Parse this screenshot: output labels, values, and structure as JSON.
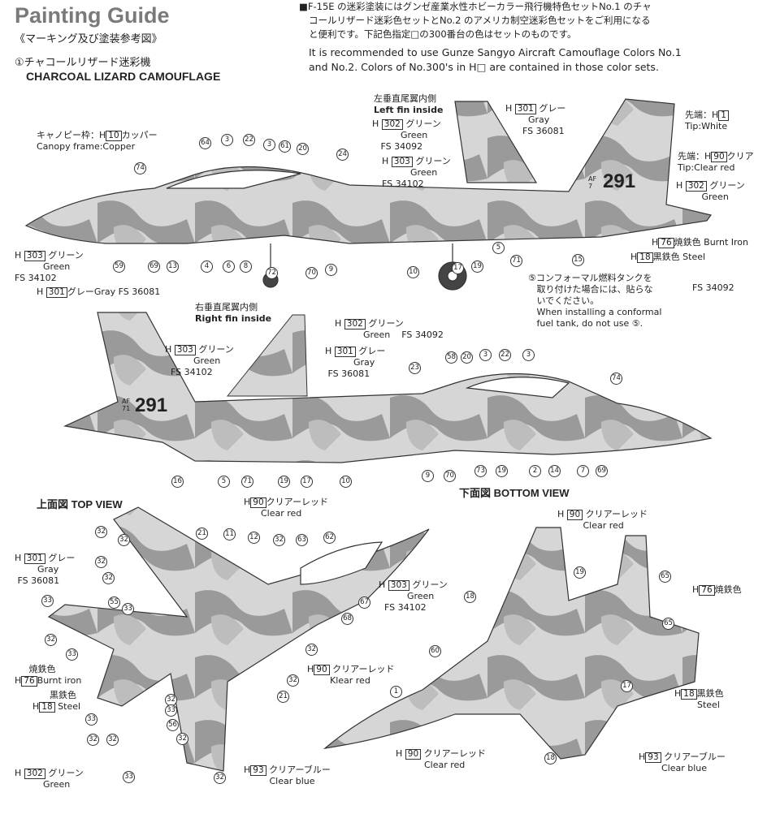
{
  "header": {
    "title": "Painting Guide",
    "subtitle": "《マーキング及び塗装参考図》",
    "scheme_jp": "①チャコールリザード迷彩機",
    "scheme_en": "CHARCOAL LIZARD CAMOUFLAGE"
  },
  "note": {
    "jp1": "■F-15E の迷彩塗装にはグンゼ産業水性ホビーカラー飛行機特色セットNo.1 のチャ",
    "jp2": "コールリザード迷彩色セットとNo.2 のアメリカ制空迷彩色セットをご利用になる",
    "jp3": "と便利です。下記色指定□の300番台の色はセットのものです。",
    "en1": "It is recommended to use Gunze Sangyo Aircraft Camouflage Colors No.1",
    "en2": "and No.2. Colors of No.300's in H□ are contained in those color sets."
  },
  "side1": {
    "canopy_jp": "キャノピー枠：H",
    "canopy_code": "10",
    "canopy_jp2": "カッパー",
    "canopy_en": "Canopy frame:Copper",
    "left_fin_jp": "左垂直尾翼内側",
    "left_fin_en": "Left fin inside",
    "fin_gray_code": "301",
    "fin_gray_jp": "グレー",
    "fin_gray_en": "Gray",
    "fin_gray_fs": "FS 36081",
    "fin_green302_code": "302",
    "fin_green_jp": "グリーン",
    "fin_green_en": "Green",
    "fin_green302_fs": "FS 34092",
    "fin_green303_code": "303",
    "fin_green303_fs": "FS 34102",
    "tip1_jp": "先端：H",
    "tip1_code": "1",
    "tip1_en": "Tip:White",
    "tip2_jp": "先端：H",
    "tip2_code": "90",
    "tip2_jp2": "クリア",
    "tip2_en": "Tip:Clear red",
    "tail_green_code": "302",
    "tail_green_jp": "グリーン",
    "tail_green_en": "Green",
    "burnt_code": "76",
    "burnt_jp": "焼鉄色",
    "burnt_en": "Burnt Iron",
    "steel_code": "18",
    "steel_jp": "黒鉄色",
    "steel_en": "Steel",
    "left_green_code": "303",
    "left_green_jp": "グリーン",
    "left_green_en": "Green",
    "left_green_fs": "FS 34102",
    "gray_code": "301",
    "gray_jp": "グレー",
    "gray_en": "Gray FS 36081",
    "conformal_jp1": "⑤コンフォーマル燃料タンクを",
    "conformal_jp2": "取り付けた場合には、貼らな",
    "conformal_jp3": "いでください。",
    "conformal_en1": "When installing a conformal",
    "conformal_en2": "fuel tank, do not use ⑤.",
    "fs_extra": "FS 34092",
    "tail_number": "291",
    "tail_code": "AF 7",
    "callouts": [
      "64",
      "3",
      "22",
      "3",
      "61",
      "20",
      "24",
      "74",
      "59",
      "69",
      "13",
      "4",
      "6",
      "8",
      "72",
      "70",
      "9",
      "10",
      "17",
      "19",
      "71",
      "15",
      "5"
    ]
  },
  "side2": {
    "right_fin_jp": "右垂直尾翼内側",
    "right_fin_en": "Right fin inside",
    "g302_code": "302",
    "g302_jp": "グリーン",
    "g302_en": "Green",
    "g302_fs": "FS 34092",
    "g303_code": "303",
    "g303_jp": "グリーン",
    "g303_en": "Green",
    "g303_fs": "FS 34102",
    "gray_code": "301",
    "gray_jp": "グレー",
    "gray_en": "Gray",
    "gray_fs": "FS 36081",
    "tail_number": "291",
    "tail_code": "AF 71",
    "callouts": [
      "58",
      "20",
      "3",
      "22",
      "3",
      "23",
      "74",
      "16",
      "5",
      "71",
      "19",
      "17",
      "10",
      "9",
      "70",
      "73",
      "19",
      "2",
      "14",
      "7",
      "69"
    ]
  },
  "top_view": {
    "title": "上面図 TOP VIEW",
    "clear_red_code": "90",
    "clear_red_jp": "クリアーレッド",
    "clear_red_en": "Clear red",
    "gray_code": "301",
    "gray_jp": "グレー",
    "gray_en": "Gray",
    "gray_fs": "FS 36081",
    "green303_code": "303",
    "green303_jp": "グリーン",
    "green303_en": "Green",
    "green303_fs": "FS 34102",
    "klear_code": "90",
    "klear_jp": "クリアーレッド",
    "klear_en": "Klear red",
    "burnt_code": "76",
    "burnt_jp": "焼鉄色",
    "burnt_en": "Burnt iron",
    "steel_code": "18",
    "steel_jp": "黒鉄色",
    "steel_en": "Steel",
    "green302_code": "302",
    "green302_jp": "グリーン",
    "green302_en": "Green",
    "blue_code": "93",
    "blue_jp": "クリアーブルー",
    "blue_en": "Clear blue",
    "callouts": [
      "32",
      "32",
      "32",
      "32",
      "33",
      "55",
      "33",
      "32",
      "33",
      "21",
      "11",
      "12",
      "32",
      "63",
      "62",
      "67",
      "68",
      "32",
      "32",
      "21",
      "32",
      "33",
      "56",
      "33",
      "32",
      "32",
      "32",
      "32",
      "33"
    ]
  },
  "bottom_view": {
    "title": "下面図 BOTTOM VIEW",
    "clear_red_code": "90",
    "clear_red_jp": "クリアーレッド",
    "clear_red_en": "Clear red",
    "burnt_code": "76",
    "burnt_jp": "焼鉄色",
    "steel_code": "18",
    "steel_jp": "黒鉄色",
    "steel_en": "Steel",
    "red2_code": "90",
    "red2_jp": "クリアーレッド",
    "red2_en": "Clear red",
    "blue_code": "93",
    "blue_jp": "クリアーブルー",
    "blue_en": "Clear blue",
    "callouts": [
      "19",
      "65",
      "18",
      "65",
      "60",
      "17",
      "1",
      "18"
    ]
  }
}
